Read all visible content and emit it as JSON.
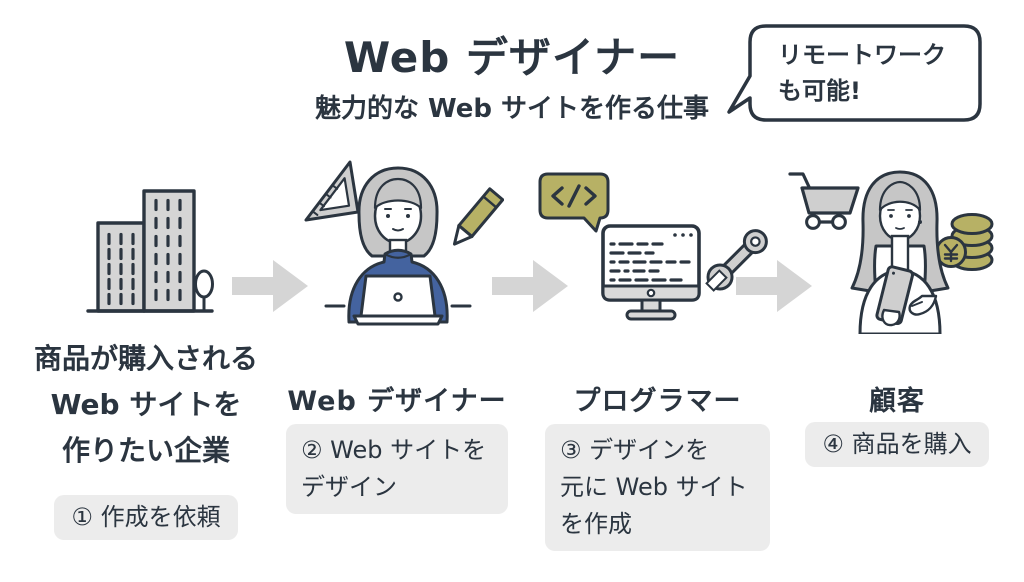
{
  "header": {
    "title": "Web デザイナー",
    "subtitle": "魅力的な Web サイトを作る仕事"
  },
  "remote_bubble": {
    "line1": "リモートワーク",
    "line2": "も可能!"
  },
  "flow": {
    "steps": [
      {
        "name": "company",
        "icon": "office-building-icon",
        "label_lines": [
          "商品が購入される",
          "Web サイトを",
          "作りたい企業"
        ],
        "badge": "① 作成を依頼"
      },
      {
        "name": "web-designer",
        "icon": "designer-at-laptop-icon",
        "label": "Web デザイナー",
        "badge_lines": [
          "② Web サイトを",
          "デザイン"
        ]
      },
      {
        "name": "programmer",
        "icon": "coding-monitor-icon",
        "label": "プログラマー",
        "badge_lines": [
          "③ デザインを",
          "元に Web サイト",
          "を作成"
        ]
      },
      {
        "name": "customer",
        "icon": "customer-shopping-icon",
        "label": "顧客",
        "badge": "④ 商品を購入"
      }
    ]
  },
  "colors": {
    "ink": "#2b3540",
    "building_gray": "#d5d5d5",
    "hair_gray": "#c6c6c6",
    "tool_gray": "#cfcfcf",
    "badge_bg": "#ececec",
    "arrow_gray": "#d5d5d5",
    "sweater_blue": "#44639f",
    "olive_accent": "#b7b165",
    "background": "#ffffff"
  }
}
